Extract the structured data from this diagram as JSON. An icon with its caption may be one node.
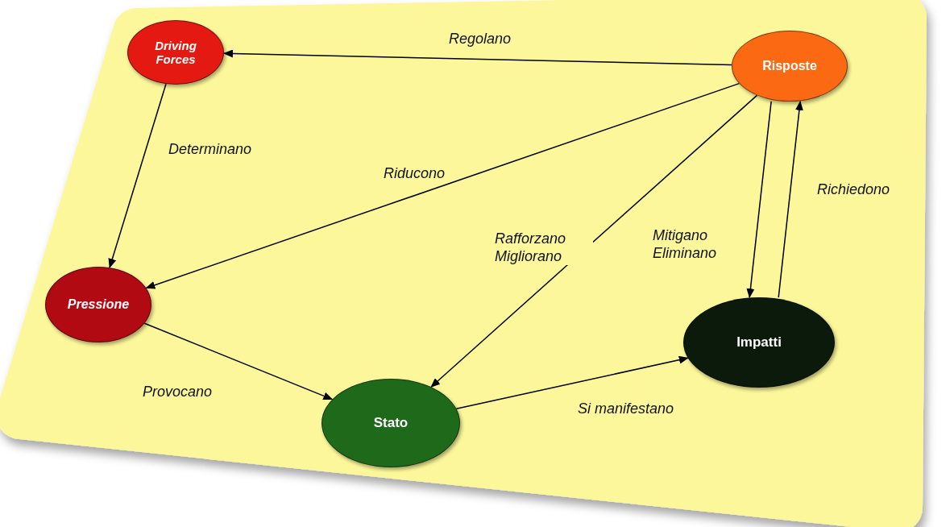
{
  "diagram": {
    "nodes": [
      {
        "text": [
          "Driving Forces"
        ]
      },
      {
        "text": [
          "Risposte"
        ]
      },
      {
        "text": [
          "Pressione"
        ]
      },
      {
        "text": [
          "Stato"
        ]
      },
      {
        "text": [
          "Impatti"
        ]
      }
    ],
    "edges": [
      {
        "from": 1,
        "to": 0,
        "arrow": "to",
        "label": "Regolano"
      },
      {
        "from": 0,
        "to": 2,
        "arrow": "to",
        "label": "Determinano"
      },
      {
        "from": 1,
        "to": 2,
        "arrow": "to",
        "label": "Riducono"
      },
      {
        "from": 1,
        "to": 3,
        "arrow": "to",
        "label": "Rafforzano Migliorano"
      },
      {
        "from": 1,
        "to": 4,
        "arrow": "to",
        "label": "Mitigano Eliminano"
      },
      {
        "from": 4,
        "to": 1,
        "arrow": "to",
        "label": "Richiedono"
      },
      {
        "from": 2,
        "to": 3,
        "arrow": "to",
        "label": "Provocano"
      },
      {
        "from": 3,
        "to": 4,
        "arrow": "to",
        "label": "Si manifestano"
      }
    ]
  }
}
